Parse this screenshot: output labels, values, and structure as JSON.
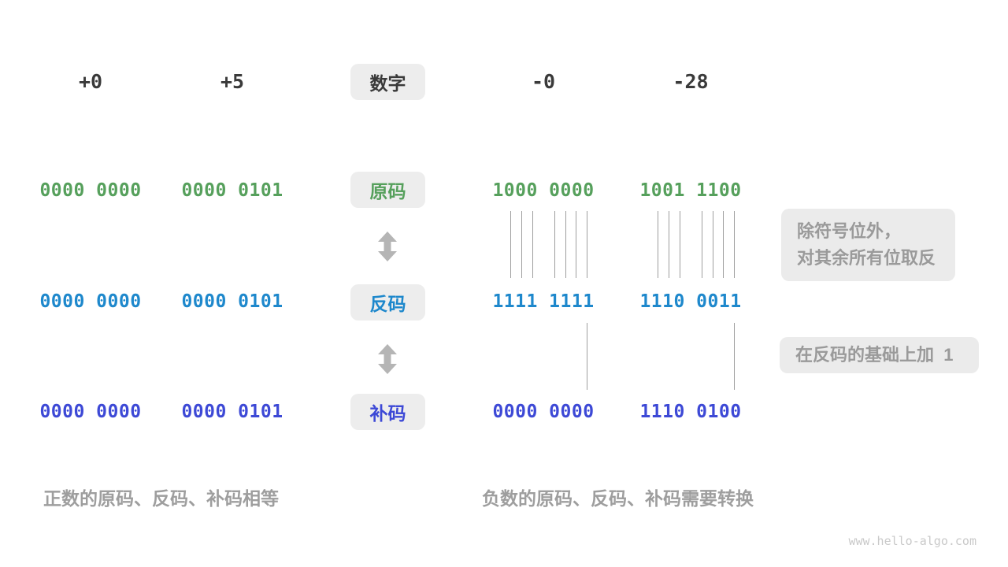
{
  "headers": {
    "plus_zero": "+0",
    "plus_five": "+5",
    "label": "数字",
    "minus_zero": "-0",
    "minus_28": "-28"
  },
  "rows": {
    "sign_magnitude": {
      "label": "原码",
      "color": "#56a05c",
      "values": [
        "0000 0000",
        "0000 0101",
        "1000 0000",
        "1001 1100"
      ]
    },
    "ones_complement": {
      "label": "反码",
      "color": "#1e88cc",
      "values": [
        "0000 0000",
        "0000 0101",
        "1111 1111",
        "1110 0011"
      ]
    },
    "twos_complement": {
      "label": "补码",
      "color": "#3d49d6",
      "values": [
        "0000 0000",
        "0000 0101",
        "0000 0000",
        "1110 0100"
      ]
    }
  },
  "notes": {
    "invert_line1": "除符号位外，",
    "invert_line2": "对其余所有位取反",
    "add_one": "在反码的基础上加  1"
  },
  "captions": {
    "positive": "正数的原码、反码、补码相等",
    "negative": "负数的原码、反码、补码需要转换"
  },
  "colors": {
    "header_text": "#3a3a3a",
    "note_text": "#9a9a9a",
    "caption_text": "#9e9e9e",
    "chip_bg": "#ededed",
    "arrow": "#b5b5b5",
    "connector_line": "#9e9e9e",
    "watermark_text": "#c9c9c9"
  },
  "watermark": "www.hello-algo.com"
}
